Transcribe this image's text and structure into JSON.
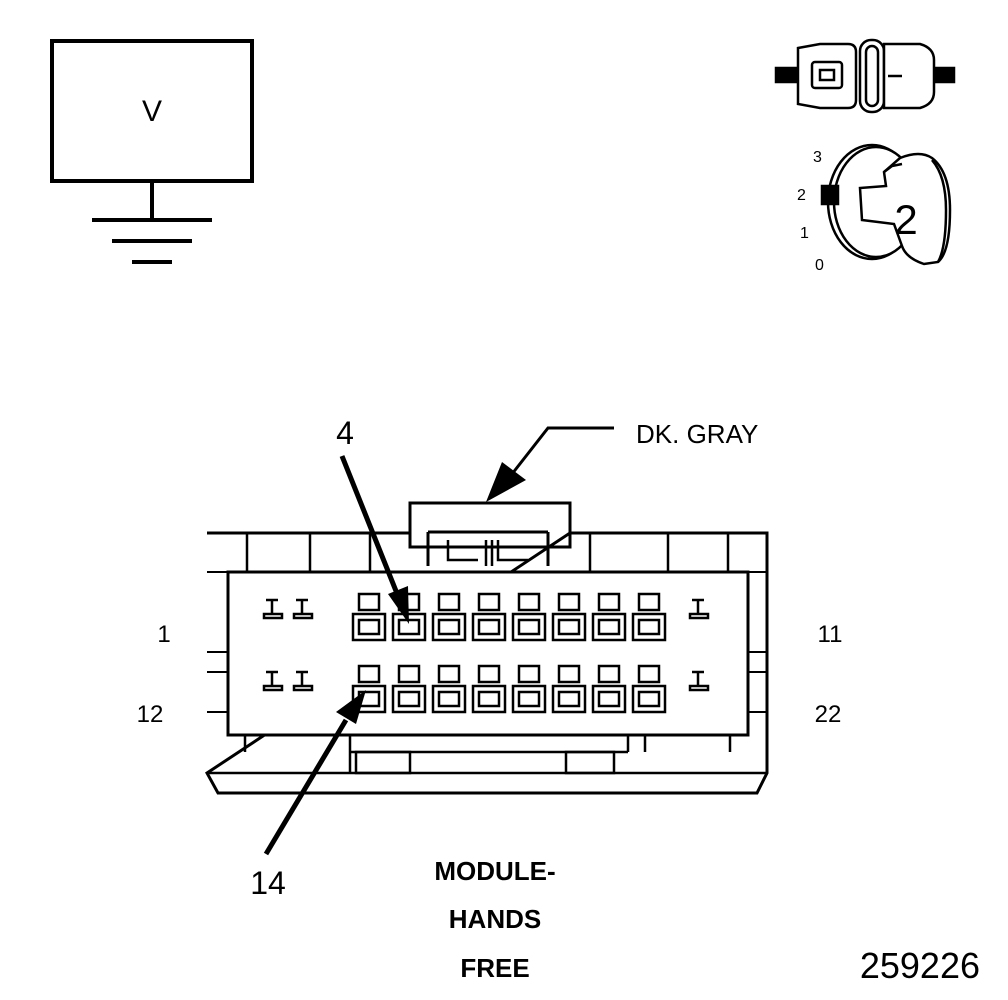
{
  "voltmeter": {
    "symbol": "V"
  },
  "ignition": {
    "positions": [
      "3",
      "2",
      "1",
      "0"
    ],
    "key_position": "2"
  },
  "connector": {
    "color_label": "DK. GRAY",
    "pin_callout_top": "4",
    "pin_callout_bottom": "14",
    "pin_labels": {
      "top_left": "1",
      "top_right": "11",
      "bottom_left": "12",
      "bottom_right": "22"
    }
  },
  "caption": {
    "line1": "MODULE-",
    "line2": "HANDS",
    "line3": "FREE"
  },
  "figure_number": "259226",
  "colors": {
    "ink": "#000000",
    "paper": "#ffffff"
  }
}
